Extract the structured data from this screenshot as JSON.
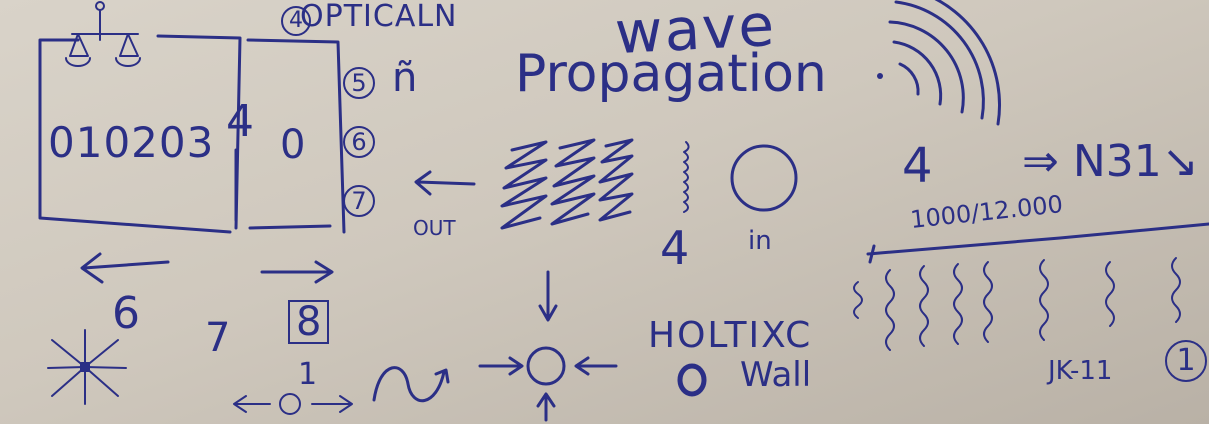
{
  "title": {
    "line1": "wave",
    "line2": "Propagation"
  },
  "labels": {
    "optical_num": "4",
    "optical": "OPTICALN",
    "box_digits": "010203",
    "four_left": "4",
    "zero": "0",
    "num5": "5",
    "num6": "6",
    "num7": "7",
    "glyph": "ñ",
    "out": "OUT",
    "four_center": "4",
    "in": "in",
    "six": "6",
    "seven": "7",
    "eight": "8",
    "one_small": "1",
    "holtixc": "HOLTIXC",
    "wall": "Wall",
    "four_right": "4",
    "right_text": "⇒ N31↘ ↻",
    "scale": "1000/12.000",
    "jk": "JK-11",
    "one_circled": "1"
  },
  "colors": {
    "ink": "#2b2f86",
    "paper": "#d4cdc2"
  }
}
